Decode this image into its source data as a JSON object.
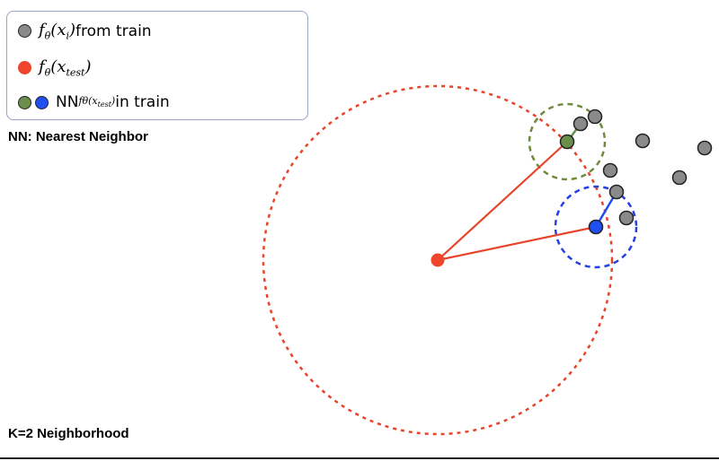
{
  "legend": {
    "train_label_math": "fθ(xi)",
    "train_label_text": " from train",
    "test_label_math": "fθ(xtest)",
    "nn_label_prefix": "NN",
    "nn_label_sub": "fθ(xtest)",
    "nn_label_text": " in train"
  },
  "caption_nn": "NN: Nearest Neighbor",
  "caption_k": "K=2 Neighborhood",
  "colors": {
    "train": "#8a8a8a",
    "test": "#f0452c",
    "nn_green": "#6a8e4b",
    "nn_blue": "#1f4ff0",
    "neighborhood": "#e8442a",
    "green_circle": "#6f8a3c",
    "blue_circle": "#2440e0"
  },
  "icons": [
    "circle-dot-icon"
  ]
}
